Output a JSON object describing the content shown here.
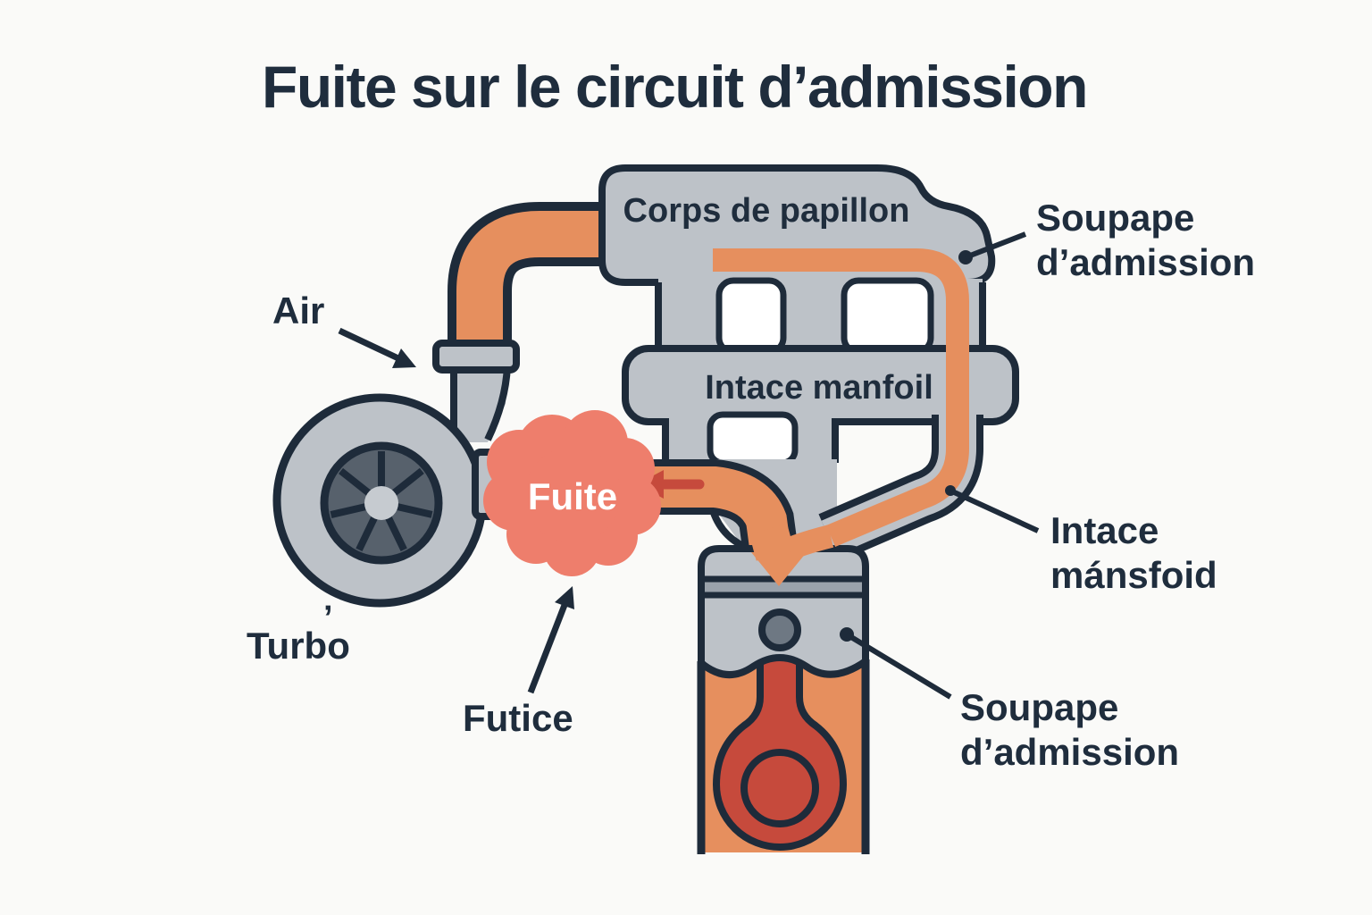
{
  "title": "Fuite sur le circuit d’admission",
  "colors": {
    "bg": "#fafaf8",
    "outline": "#1e2b3a",
    "gray": "#bdc2c8",
    "gray_band": "#9aa2ab",
    "slate": "#57616c",
    "hub": "#c6cbd0",
    "pin": "#6e7883",
    "orange": "#e68f5e",
    "salmon": "#ee7e6c",
    "red": "#c64a3c",
    "text": "#1f2d3d",
    "white": "#ffffff"
  },
  "diagram": {
    "throttle_body_label": "Corps de papillon",
    "intake_manifold_label": "Intace manfoil",
    "labels": {
      "air": "Air",
      "turbo": "Turbo",
      "turbo_accent": "’",
      "leak_badge": "Fuite",
      "leak_callout": "Futice",
      "intake_valve_top": {
        "line1": "Soupape",
        "line2": "d’admission"
      },
      "intake_manifold_right": {
        "line1": "Intace",
        "line2": "mánsfoid"
      },
      "intake_valve_bottom": {
        "line1": "Soupape",
        "line2": "d’admission"
      }
    }
  }
}
